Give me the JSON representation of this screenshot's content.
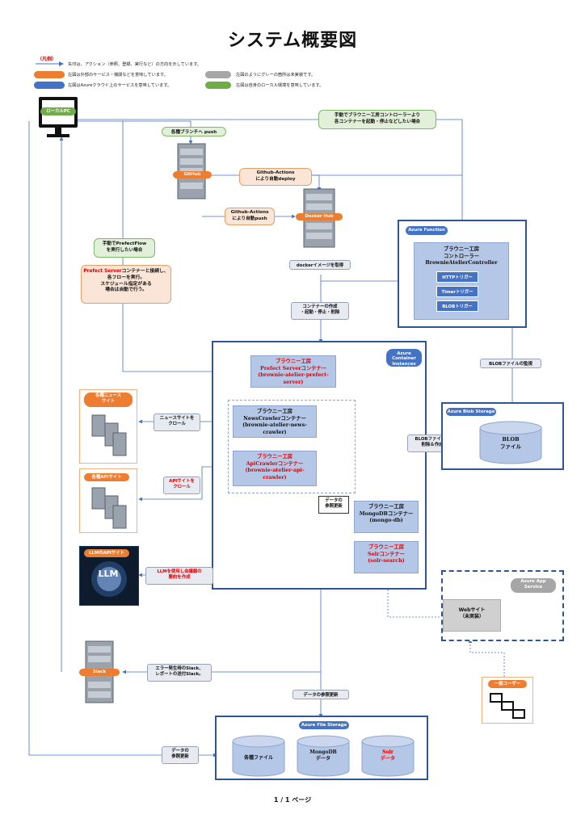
{
  "title": "システム概要図",
  "legend": {
    "heading": "（凡例）",
    "arrow_text": "矢印は、アクション（参照、登録、実行など）の方向を示しています。",
    "orange_text": "左図は外部のサービス・機関などを意味しています。",
    "blue_text": "左図はAzureクラウド上のサービスを意味しています。",
    "grey_text": "左図のようにグレーの箇所は未実装です。",
    "green_text": "左図は自身のローカル環境を意味しています。",
    "colors": {
      "orange": "#ed7d31",
      "blue": "#4472c4",
      "grey": "#a6a6a6",
      "green": "#70ad47"
    }
  },
  "local_pc": {
    "label": "ローカルPC"
  },
  "github": {
    "label": "GitHub"
  },
  "docker_hub": {
    "label": "Docker Hub"
  },
  "slack": {
    "label": "Slack"
  },
  "notes": {
    "push_branches": "各種ブランチへ push",
    "gh_deploy_1": "Github-Actions",
    "gh_deploy_2": "により自動deploy",
    "gh_push_1": "Github-Actions",
    "gh_push_2": "により自動push",
    "manual_controller_1": "手動でブラウニー工房コントローラーより",
    "manual_controller_2": "各コンテナーを起動・停止などしたい場合",
    "manual_prefect_1": "手動でPrefectFlow",
    "manual_prefect_2": "を実行したい場合",
    "prefect_desc_1a": "Prefect Server",
    "prefect_desc_1b": "コンテナーと接続し、",
    "prefect_desc_2": "各フローを実行。",
    "prefect_desc_3": "スケジュール指定がある",
    "prefect_desc_4": "場合は自動で行う。",
    "docker_pull": "dockerイメージを取得",
    "container_ops_1": "コンテナーの作成",
    "container_ops_2": "・起動・停止・削除",
    "blob_watch": "BLOBファイルの監視",
    "blob_ops_1": "BLOBファイルの",
    "blob_ops_2": "削除＆作成",
    "news_crawl_1": "ニュースサイトを",
    "news_crawl_2": "クロール",
    "api_crawl_1": "APIサイトを",
    "api_crawl_2": "クロール",
    "llm_summary_1": "LLMを使用し会議録の",
    "llm_summary_2": "要約を作成",
    "data_ref_1": "データの",
    "data_ref_2": "参照更新",
    "slack_notify_1": "エラー発生時のSlack、",
    "slack_notify_2": "レポートの送付Slack。",
    "data_ref_update": "データの参照更新",
    "local_data_1": "データの",
    "local_data_2": "参照更新"
  },
  "azure_function": {
    "label": "Azure Function",
    "controller_1": "ブラウニー工房",
    "controller_2": "コントローラー",
    "controller_3": "BrownieAtelierController",
    "http": "HTTPトリガー",
    "timer": "Timerトリガー",
    "blob": "BLOBトリガー"
  },
  "aci": {
    "label_1": "Azure Container",
    "label_2": "Instances（ACI）",
    "prefect_1": "ブラウニー工房",
    "prefect_2": "Prefect Serverコンテナー",
    "prefect_3": "(brownie-atelier-prefect-server)",
    "news_1": "ブラウニー工房",
    "news_2": "NewsCrawlerコンテナー",
    "news_3": "(brownie-atelier-news-crawler)",
    "api_1": "ブラウニー工房",
    "api_2": "ApiCrawlerコンテナー",
    "api_3": "(brownie-atelier-api-crawler)",
    "mongo_1": "ブラウニー工房",
    "mongo_2": "MongoDBコンテナー",
    "mongo_3": "(mongo-db)",
    "solr_1": "ブラウニー工房",
    "solr_2": "Solrコンテナー",
    "solr_3": "(solr-search)"
  },
  "blob_storage": {
    "label": "Azure Blob Storage",
    "name_1": "BLOB",
    "name_2": "ファイル"
  },
  "external": {
    "news_1": "各種ニュース",
    "news_2": "サイト",
    "api": "各種APIサイト",
    "llm": "LLMのAPIサイト",
    "llm_logo": "LLM"
  },
  "app_service": {
    "label_1": "Azure App",
    "label_2": "Service",
    "web_1": "Webサイト",
    "web_2": "（未実装）",
    "users": "一般ユーザー"
  },
  "file_storage": {
    "label": "Azure File Storage",
    "files": "各種ファイル",
    "mongo_1": "MongoDB",
    "mongo_2": "データ",
    "solr_1": "Solr",
    "solr_2": "データ"
  },
  "footer": "1 / 1 ページ"
}
